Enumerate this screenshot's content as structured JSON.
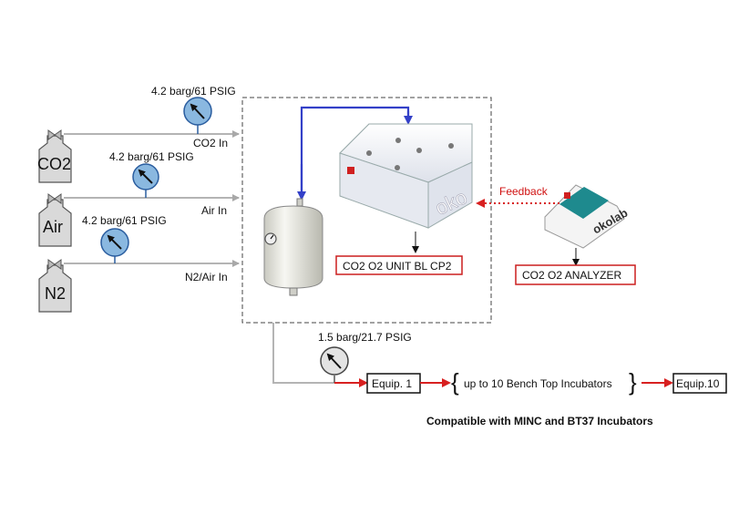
{
  "gases": [
    {
      "name": "CO2",
      "pressure": "4.2 barg/61 PSIG",
      "inlet": "CO2 In"
    },
    {
      "name": "Air",
      "pressure": "4.2 barg/61 PSIG",
      "inlet": "Air In"
    },
    {
      "name": "N2",
      "pressure": "4.2 barg/61 PSIG",
      "inlet": "N2/Air In"
    }
  ],
  "unit": {
    "label": "CO2 O2 UNIT BL CP2",
    "brand": "oko"
  },
  "analyzer": {
    "label": "CO2 O2 ANALYZER",
    "brand": "okolab"
  },
  "feedback": "Feedback",
  "outlet_pressure": "1.5 barg/21.7 PSIG",
  "chain": {
    "first": "Equip. 1",
    "middle": "up to 10  Bench Top Incubators",
    "last": "Equip.10"
  },
  "footer": "Compatible with MINC and BT37 Incubators",
  "colors": {
    "gas_line": "#b4b4b4",
    "mix_line": "#3340c8",
    "signal": "#d82020",
    "gauge": "#8ab8e0",
    "box_border": "#cc1f1f"
  }
}
